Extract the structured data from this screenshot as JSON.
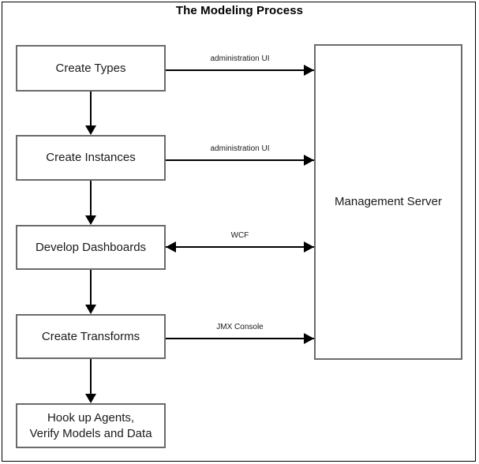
{
  "figure": {
    "title": "The Modeling Process",
    "border_color": "#000000",
    "node_border_color": "#6b6b6b",
    "connector_color": "#000000",
    "background": "#ffffff"
  },
  "nodes": [
    {
      "id": "create-types",
      "label": "Create Types"
    },
    {
      "id": "create-instances",
      "label": "Create Instances"
    },
    {
      "id": "develop-dashboards",
      "label": "Develop Dashboards"
    },
    {
      "id": "create-transforms",
      "label": "Create Transforms"
    },
    {
      "id": "hook-up-agents",
      "label": "Hook up Agents,\nVerify Models and Data"
    },
    {
      "id": "management-server",
      "label": "Management Server"
    }
  ],
  "edges": [
    {
      "id": "types-to-server",
      "label": "administration UI",
      "from": "create-types",
      "to": "management-server",
      "direction": "right"
    },
    {
      "id": "instances-to-server",
      "label": "administration UI",
      "from": "create-instances",
      "to": "management-server",
      "direction": "right"
    },
    {
      "id": "dashboards-to-server",
      "label": "WCF",
      "from": "develop-dashboards",
      "to": "management-server",
      "direction": "both"
    },
    {
      "id": "transforms-to-server",
      "label": "JMX Console",
      "from": "create-transforms",
      "to": "management-server",
      "direction": "right"
    }
  ],
  "flow_edges": [
    {
      "id": "flow-types-instances",
      "from": "create-types",
      "to": "create-instances"
    },
    {
      "id": "flow-instances-dashboards",
      "from": "create-instances",
      "to": "develop-dashboards"
    },
    {
      "id": "flow-dashboards-transforms",
      "from": "develop-dashboards",
      "to": "create-transforms"
    },
    {
      "id": "flow-transforms-hookup",
      "from": "create-transforms",
      "to": "hook-up-agents"
    }
  ]
}
